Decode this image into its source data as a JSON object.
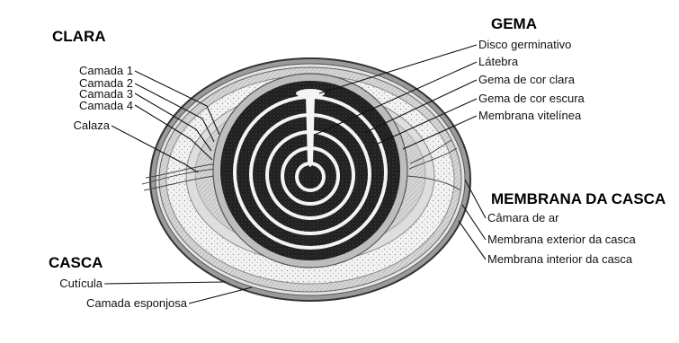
{
  "groups": {
    "clara": "CLARA",
    "gema": "GEMA",
    "casca": "CASCA",
    "membrana": "MEMBRANA DA CASCA"
  },
  "labels": {
    "camada1": "Camada 1",
    "camada2": "Camada 2",
    "camada3": "Camada 3",
    "camada4": "Camada 4",
    "calaza": "Calaza",
    "disco": "Disco germinativo",
    "latebra": "Látebra",
    "gema_clara": "Gema de cor clara",
    "gema_escura": "Gema de cor escura",
    "vitelinea": "Membrana vitelínea",
    "camara_ar": "Câmara de ar",
    "membrana_ext": "Membrana exterior da casca",
    "membrana_int": "Membrana interior da casca",
    "cuticula": "Cutícula",
    "esponjosa": "Camada esponjosa"
  }
}
